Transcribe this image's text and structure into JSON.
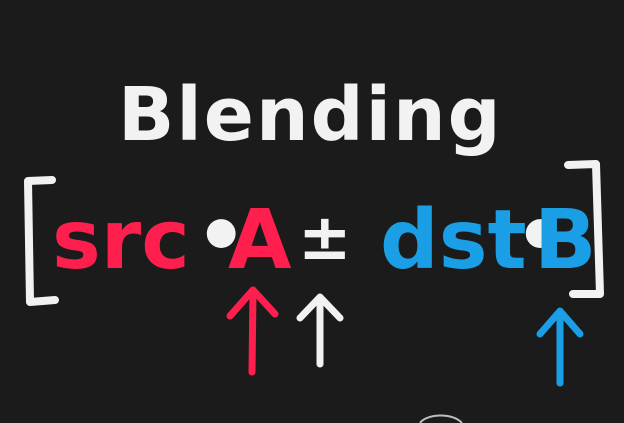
{
  "title": "Blending",
  "formula": {
    "src": "src",
    "dot_1": "•",
    "a": "A",
    "pm": "±",
    "dst": "dst",
    "dot_2": "•",
    "b": "B"
  },
  "colors": {
    "background": "#1b1b1b",
    "chalk": "#f2f2f2",
    "src": "#ff1f4f",
    "dst": "#1a9fe6"
  },
  "icons": {
    "bracket_left": "left-bracket",
    "bracket_right": "right-bracket",
    "arrow_a": "up-arrow",
    "arrow_op": "up-arrow",
    "arrow_b": "up-arrow"
  }
}
